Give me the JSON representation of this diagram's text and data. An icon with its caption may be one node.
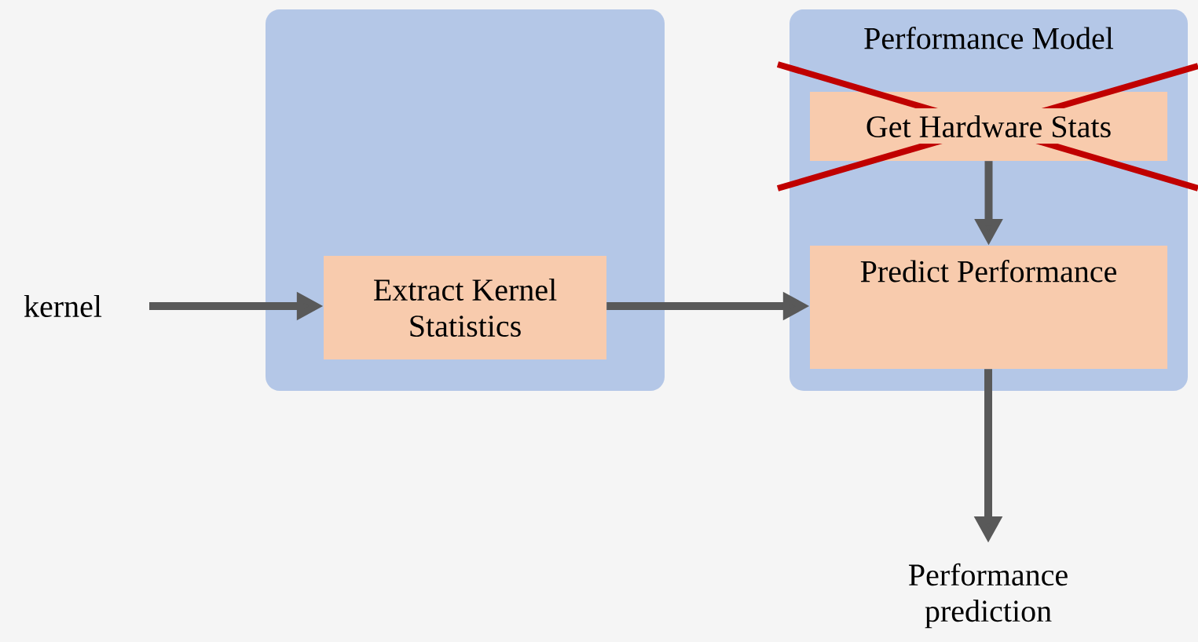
{
  "diagram": {
    "nodes": [
      {
        "text": [],
        "shape": "box"
      },
      {
        "text": [
          "Extract Kernel Statistics"
        ],
        "in": 0
      },
      {
        "text": [
          "Performance Model"
        ]
      },
      {
        "text": [
          "Get Hardware Stats"
        ],
        "in": 2
      },
      {
        "text": [
          "Predict Performance"
        ],
        "in": 2
      },
      {
        "text": [
          "kernel"
        ]
      },
      {
        "text": [
          "Performance prediction"
        ]
      }
    ],
    "edges": [
      {
        "from": 5,
        "to": 1,
        "arrow": "to"
      },
      {
        "from": 1,
        "to": 4,
        "arrow": "to"
      },
      {
        "from": 3,
        "to": 4,
        "arrow": "to"
      },
      {
        "from": 4,
        "to": 6,
        "arrow": "to"
      }
    ]
  }
}
